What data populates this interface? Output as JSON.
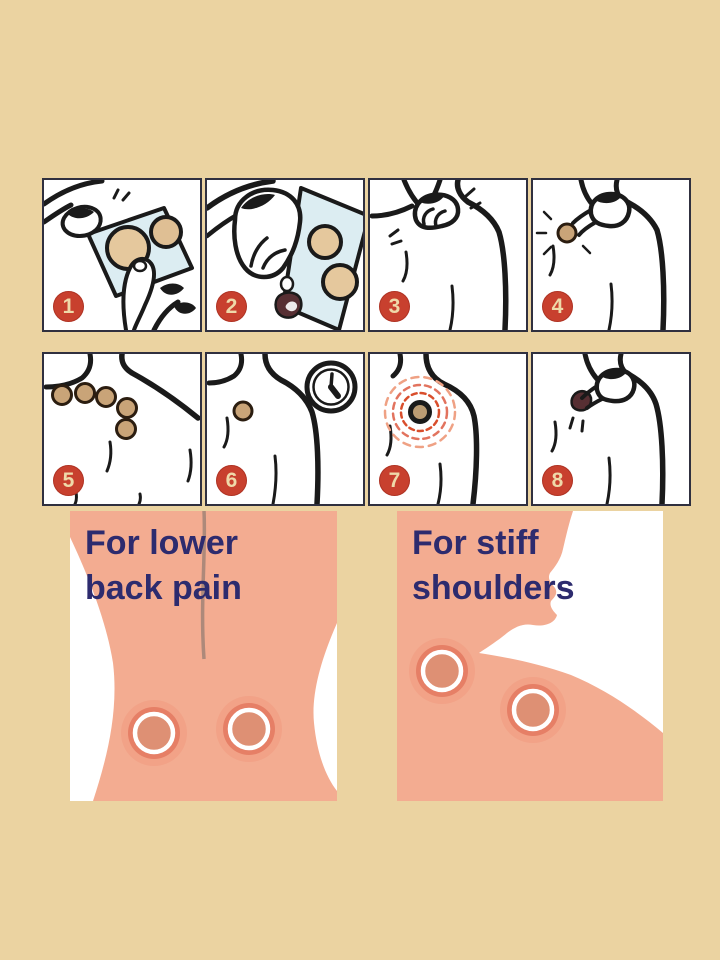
{
  "steps": [
    {
      "number": "1"
    },
    {
      "number": "2"
    },
    {
      "number": "3"
    },
    {
      "number": "4"
    },
    {
      "number": "5"
    },
    {
      "number": "6"
    },
    {
      "number": "7"
    },
    {
      "number": "8"
    }
  ],
  "usage_panels": {
    "lower_back": {
      "line1": "For lower",
      "line2": "back pain"
    },
    "stiff_shoulders": {
      "line1": "For stiff",
      "line2": "shoulders"
    }
  },
  "colors": {
    "background": "#ebd3a1",
    "panel_border": "#30303f",
    "badge_red": "#c8402e",
    "badge_text": "#efd9a9",
    "heading_navy": "#2d2b6e",
    "skin": "#f3ac91",
    "ring_red": "#e67f66",
    "patch_tan": "#c9a478",
    "patch_dark": "#572f33",
    "sheet_blue": "#dcedf2",
    "line_art": "#1a1a1a"
  }
}
